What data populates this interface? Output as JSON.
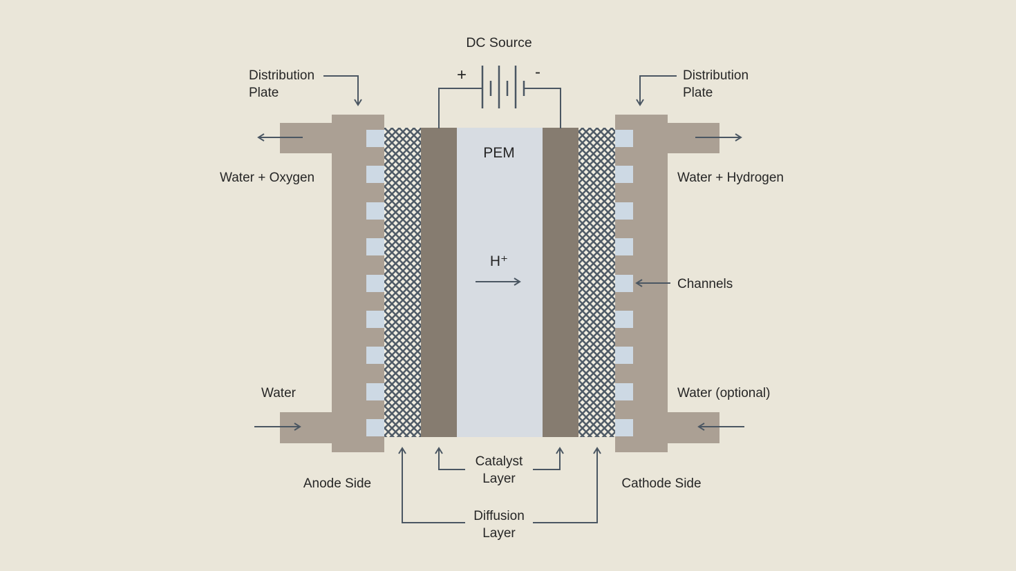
{
  "dc_source": {
    "label": "DC Source",
    "positive": "+",
    "negative": "-"
  },
  "membrane": {
    "label": "PEM",
    "ion": "H⁺"
  },
  "left": {
    "plate_label": [
      "Distribution",
      "Plate"
    ],
    "outlet_label": "Water + Oxygen",
    "inlet_label": "Water",
    "side_label": "Anode Side"
  },
  "right": {
    "plate_label": [
      "Distribution",
      "Plate"
    ],
    "outlet_label": "Water + Hydrogen",
    "inlet_label": "Water (optional)",
    "side_label": "Cathode Side",
    "channels_label": "Channels"
  },
  "layers": {
    "catalyst_label": [
      "Catalyst",
      "Layer"
    ],
    "diffusion_label": [
      "Diffusion",
      "Layer"
    ]
  },
  "colors": {
    "background": "#eae6d9",
    "plate": "#aba094",
    "catalyst": "#867c70",
    "membrane": "#d7dce2",
    "channel": "#cdd9e4",
    "hatch_background": "#f2eee1",
    "hatch_line": "#4d5965",
    "line": "#4a5662",
    "text": "#262626"
  }
}
